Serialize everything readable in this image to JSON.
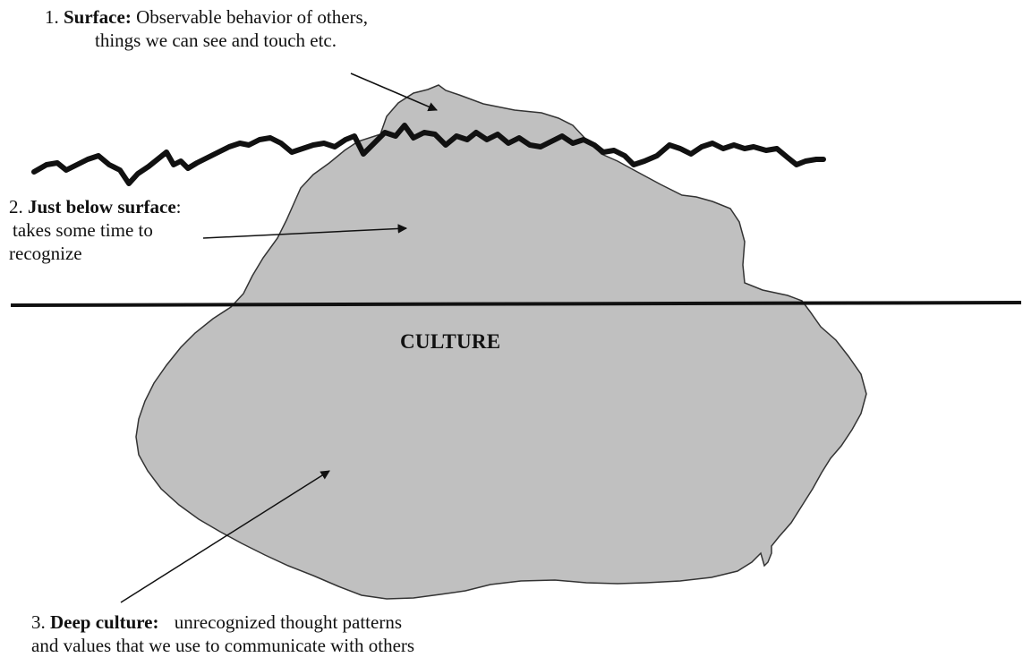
{
  "labels": {
    "surface": {
      "number": "1.",
      "title": "Surface:",
      "desc_line1": "Observable behavior of others,",
      "desc_line2": "things we can see and touch etc."
    },
    "below_surface": {
      "number": "2.",
      "title": "Just below surface",
      "colon": ":",
      "desc_line1": "takes some time to",
      "desc_line2": "recognize"
    },
    "deep_culture": {
      "number": "3.",
      "title": "Deep culture:",
      "desc_line1": "unrecognized thought patterns",
      "desc_line2": "and values that we use to communicate with others"
    }
  },
  "center_label": "CULTURE",
  "colors": {
    "iceberg_fill": "#c0c0c0",
    "outline": "#222222",
    "line": "#111111",
    "text": "#111111"
  }
}
